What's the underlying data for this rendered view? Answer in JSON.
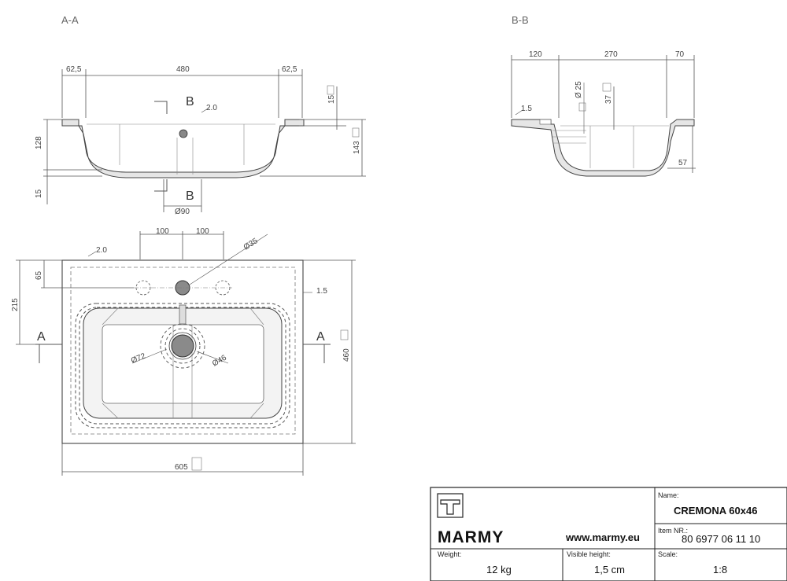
{
  "sections": {
    "aa": "A-A",
    "bb": "B-B",
    "marker_a": "A",
    "marker_b": "B"
  },
  "aa_dims": {
    "left": "62,5",
    "center": "480",
    "right": "62,5",
    "rim_height": "15",
    "depth": "128",
    "total_height": "143",
    "bottom": "15",
    "drain": "Ø90",
    "tol": "2.0"
  },
  "bb_dims": {
    "left": "120",
    "center": "270",
    "right": "70",
    "diam_note": "Ø 25",
    "depth": "37",
    "side": "57",
    "tol": "1.5"
  },
  "plan_dims": {
    "hole_left": "100",
    "hole_right": "100",
    "hole_diam": "Ø35",
    "tol_top": "2.0",
    "tol_side": "1.5",
    "top_offset": "65",
    "half_depth": "215",
    "depth": "460",
    "width": "605",
    "drain_outer": "Ø72",
    "drain_inner": "Ø46"
  },
  "title_block": {
    "brand": "MARMY",
    "website": "www.marmy.eu",
    "name_label": "Name:",
    "name": "CREMONA 60x46",
    "item_label": "Item NR.:",
    "item": "80 6977 06 11 10",
    "weight_label": "Weight:",
    "weight": "12 kg",
    "visible_label": "Visible height:",
    "visible": "1,5 cm",
    "scale_label": "Scale:",
    "scale": "1:8"
  }
}
